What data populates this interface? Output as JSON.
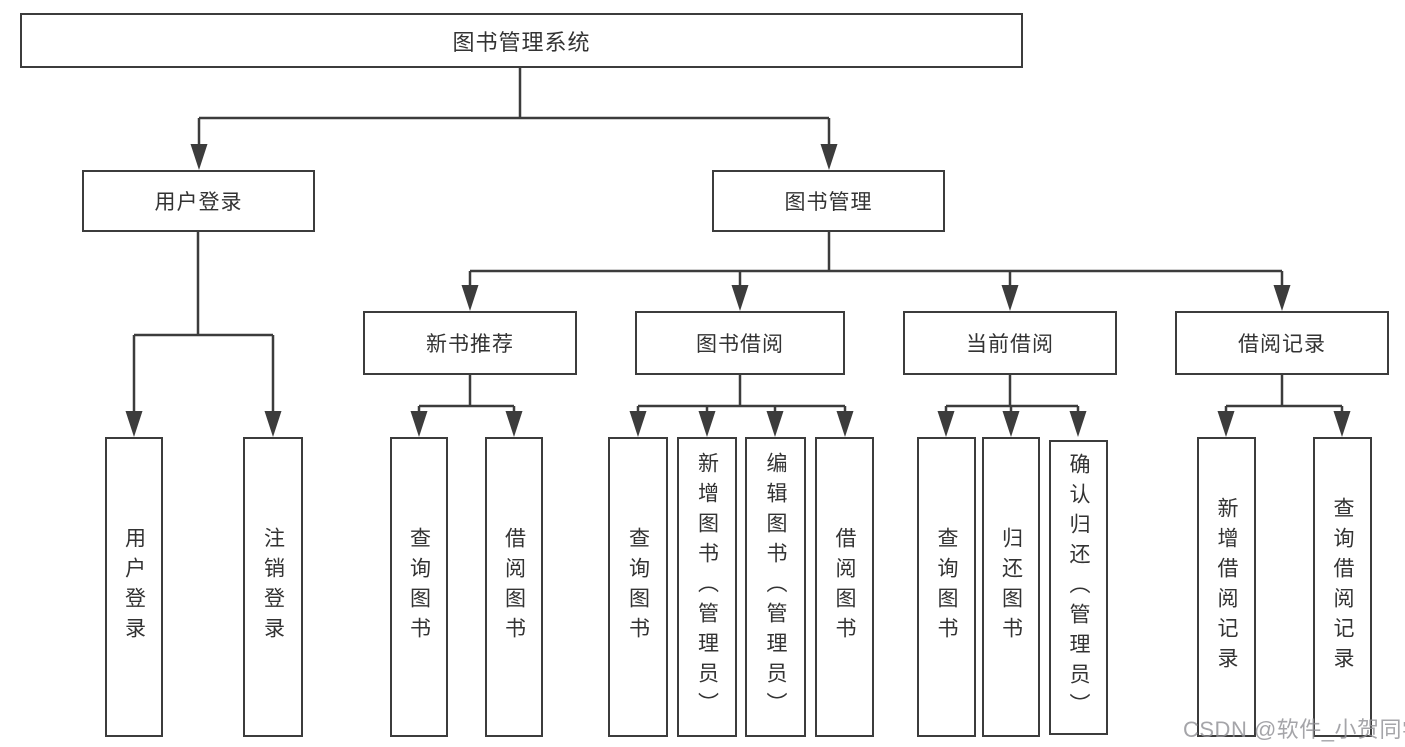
{
  "diagram": {
    "root": {
      "label": "图书管理系统"
    },
    "user_login": {
      "label": "用户登录",
      "children": {
        "login": "用户登录",
        "logout": "注销登录"
      }
    },
    "book_management": {
      "label": "图书管理",
      "new_book_recommend": {
        "label": "新书推荐",
        "children": {
          "query_book": "查询图书",
          "borrow_book": "借阅图书"
        }
      },
      "book_borrow": {
        "label": "图书借阅",
        "children": {
          "query_book": "查询图书",
          "add_book": "新增图书（管理员）",
          "edit_book": "编辑图书（管理员）",
          "borrow_book": "借阅图书"
        }
      },
      "current_borrow": {
        "label": "当前借阅",
        "children": {
          "query_book": "查询图书",
          "return_book": "归还图书",
          "confirm_return": "确认归还（管理员）"
        }
      },
      "borrow_records": {
        "label": "借阅记录",
        "children": {
          "add_record": "新增借阅记录",
          "query_record": "查询借阅记录"
        }
      }
    }
  },
  "watermark": {
    "text": "CSDN @软件_小贺同学"
  },
  "colors": {
    "line": "#3c3c3c",
    "text": "#333333",
    "box_background": "#ffffff",
    "watermark": "#919196",
    "background": "#ffffff"
  }
}
